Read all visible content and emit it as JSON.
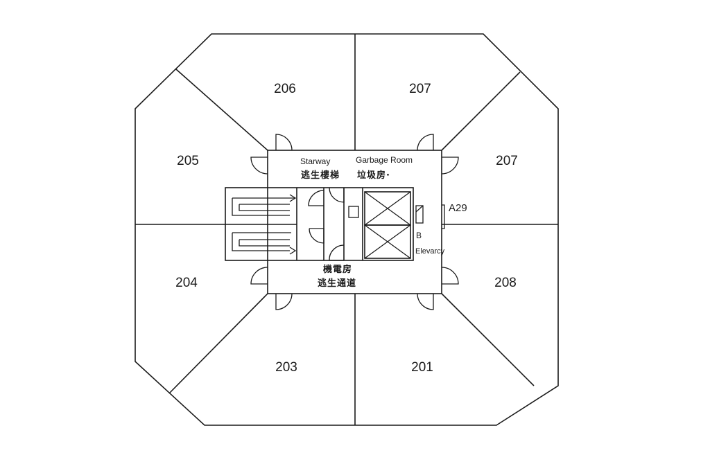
{
  "rooms": {
    "r206": "206",
    "r207_top": "207",
    "r205": "205",
    "r207_right": "207",
    "r204": "204",
    "r208": "208",
    "r203": "203",
    "r201": "201"
  },
  "core": {
    "stairway_label": "Starway",
    "garbage_label": "Garbage Room",
    "stairway_glyphs": "逃生樓梯",
    "garbage_glyphs": "垃圾房·",
    "marker_a29": "A29",
    "marker_b": "B",
    "elevator_label": "Elevarcy",
    "bottom_glyphs_1": "機電房",
    "bottom_glyphs_2": "逃生通道"
  },
  "colors": {
    "line": "#1a1a1a",
    "background": "#ffffff"
  }
}
